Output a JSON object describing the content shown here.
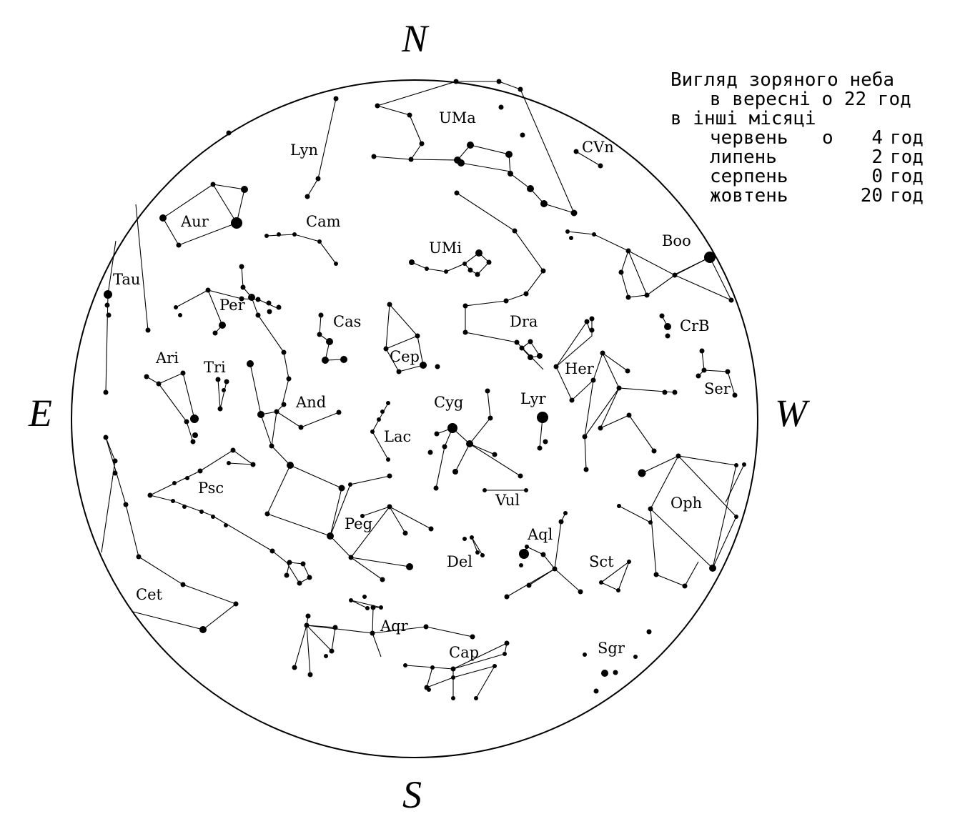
{
  "directions": {
    "north": "N",
    "south": "S",
    "east": "E",
    "west": "W"
  },
  "info": {
    "title": "Вигляд зоряного неба",
    "subtitle": "в вересні о 22 год",
    "other_months_heading": "в інші місяці",
    "months": [
      {
        "month": "червень",
        "sep": "о",
        "hour": "4",
        "unit": "год"
      },
      {
        "month": "липень",
        "sep": "",
        "hour": "2",
        "unit": "год"
      },
      {
        "month": "серпень",
        "sep": "",
        "hour": "0",
        "unit": "год"
      },
      {
        "month": "жовтень",
        "sep": "",
        "hour": "20",
        "unit": "год"
      }
    ]
  },
  "constellations": [
    {
      "id": "uma",
      "label": "UMa"
    },
    {
      "id": "cvn",
      "label": "CVn"
    },
    {
      "id": "lyn",
      "label": "Lyn"
    },
    {
      "id": "aur",
      "label": "Aur"
    },
    {
      "id": "cam",
      "label": "Cam"
    },
    {
      "id": "umi",
      "label": "UMi"
    },
    {
      "id": "boo",
      "label": "Boo"
    },
    {
      "id": "tau",
      "label": "Tau"
    },
    {
      "id": "per",
      "label": "Per"
    },
    {
      "id": "cas",
      "label": "Cas"
    },
    {
      "id": "dra",
      "label": "Dra"
    },
    {
      "id": "crb",
      "label": "CrB"
    },
    {
      "id": "ari",
      "label": "Ari"
    },
    {
      "id": "tri",
      "label": "Tri"
    },
    {
      "id": "cep",
      "label": "Cep"
    },
    {
      "id": "her",
      "label": "Her"
    },
    {
      "id": "ser",
      "label": "Ser"
    },
    {
      "id": "and",
      "label": "And"
    },
    {
      "id": "cyg",
      "label": "Cyg"
    },
    {
      "id": "lyr",
      "label": "Lyr"
    },
    {
      "id": "lac",
      "label": "Lac"
    },
    {
      "id": "psc",
      "label": "Psc"
    },
    {
      "id": "vul",
      "label": "Vul"
    },
    {
      "id": "oph",
      "label": "Oph"
    },
    {
      "id": "peg",
      "label": "Peg"
    },
    {
      "id": "aql",
      "label": "Aql"
    },
    {
      "id": "del",
      "label": "Del"
    },
    {
      "id": "sct",
      "label": "Sct"
    },
    {
      "id": "cet",
      "label": "Cet"
    },
    {
      "id": "aqr",
      "label": "Aqr"
    },
    {
      "id": "sgr",
      "label": "Sgr"
    },
    {
      "id": "cap",
      "label": "Cap"
    }
  ]
}
